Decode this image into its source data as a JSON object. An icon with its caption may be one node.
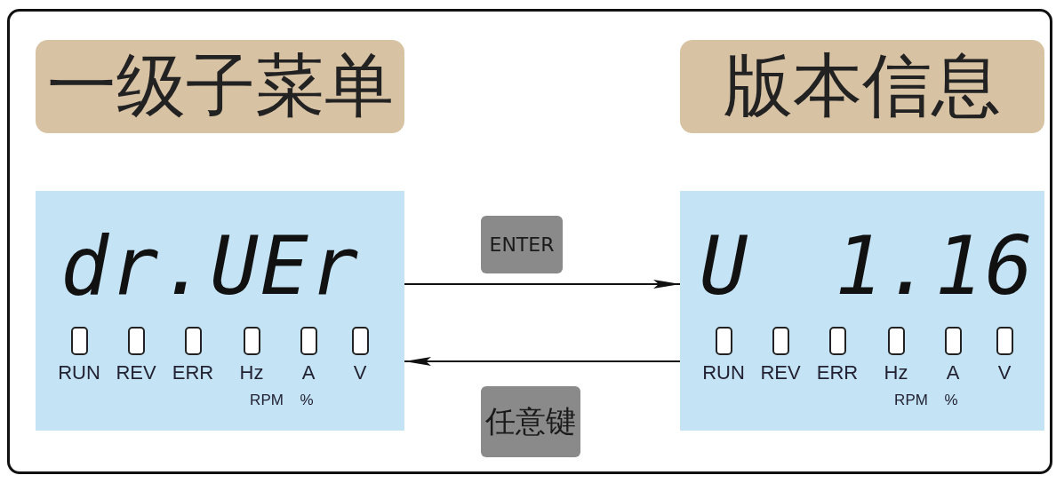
{
  "diagram": {
    "nodes": [
      {
        "text": [
          "一级子菜单"
        ]
      },
      {
        "text": [
          "版本信息"
        ]
      },
      {
        "text": [
          "dr.UEr",
          "RUN",
          "REV",
          "ERR",
          "Hz",
          "A",
          "V",
          "RPM",
          "%"
        ]
      },
      {
        "text": [
          "U 1.16",
          "RUN",
          "REV",
          "ERR",
          "Hz",
          "A",
          "V",
          "RPM",
          "%"
        ]
      }
    ],
    "edges": [
      {
        "from": 2,
        "to": 3,
        "arrow": "to",
        "label": "ENTER"
      },
      {
        "from": 3,
        "to": 2,
        "arrow": "to",
        "label": "任意键"
      }
    ]
  }
}
